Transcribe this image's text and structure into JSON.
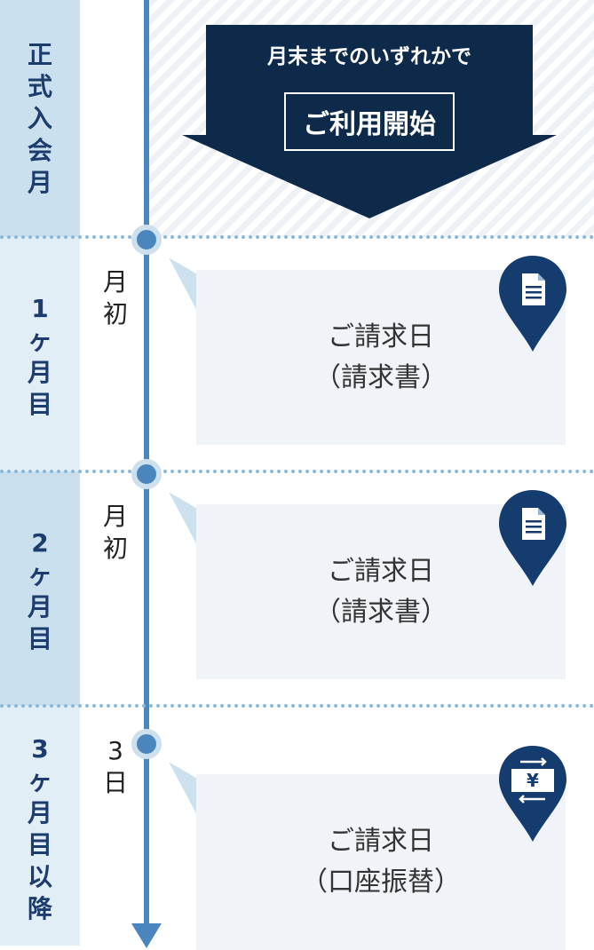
{
  "periods": [
    {
      "chars": [
        "正",
        "式",
        "入",
        "会",
        "月"
      ]
    },
    {
      "chars": [
        "1",
        "ヶ",
        "月",
        "目"
      ]
    },
    {
      "chars": [
        "2",
        "ヶ",
        "月",
        "目"
      ]
    },
    {
      "chars": [
        "3",
        "ヶ",
        "月",
        "目",
        "以",
        "降"
      ]
    }
  ],
  "start": {
    "caption": "月末までのいずれかで",
    "button_label": "ご利用開始"
  },
  "timing": [
    {
      "chars": [
        "月",
        "初"
      ]
    },
    {
      "chars": [
        "月",
        "初"
      ]
    },
    {
      "chars": [
        "3",
        "日"
      ]
    }
  ],
  "events": [
    {
      "title": "ご請求日",
      "method": "（請求書）",
      "icon": "document-icon"
    },
    {
      "title": "ご請求日",
      "method": "（請求書）",
      "icon": "document-icon"
    },
    {
      "title": "ご請求日",
      "method": "（口座振替）",
      "icon": "yen-transfer-icon"
    }
  ],
  "yen_symbol": "¥",
  "colors": {
    "navy": "#0e2a4a",
    "timeline": "#4a86bd",
    "band_dark": "#cbe0ee",
    "band_light": "#e2eef6",
    "card": "#f0f3f7",
    "pin": "#143c6e",
    "label_text": "#1d3c6e"
  }
}
